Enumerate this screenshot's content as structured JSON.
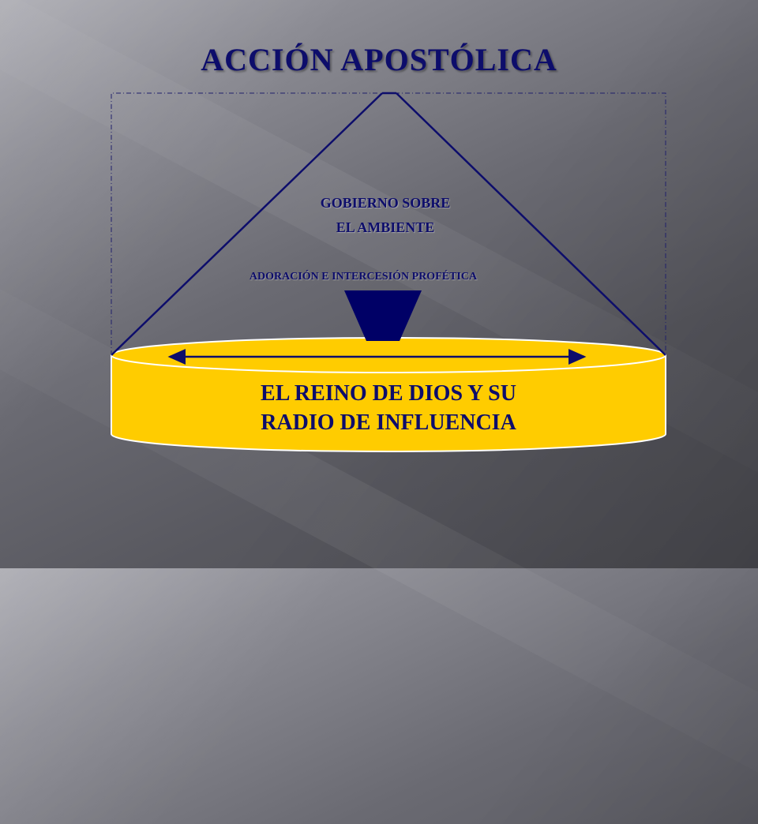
{
  "title": "ACCIÓN APOSTÓLICA",
  "apex_label": {
    "line1": "GOBIERNO SOBRE",
    "line2": "EL AMBIENTE"
  },
  "middle_label": "ADORACIÓN E INTERCESIÓN PROFÉTICA",
  "base_label": {
    "line1": "EL REINO DE DIOS Y SU",
    "line2": "RADIO DE INFLUENCIA"
  },
  "colors": {
    "title": "#0d0d6b",
    "lines": "#0d0d6b",
    "funnel": "#000066",
    "cylinder_fill": "#ffcc00",
    "cylinder_outline": "#ffffff",
    "dashed_frame": "#20206b"
  }
}
